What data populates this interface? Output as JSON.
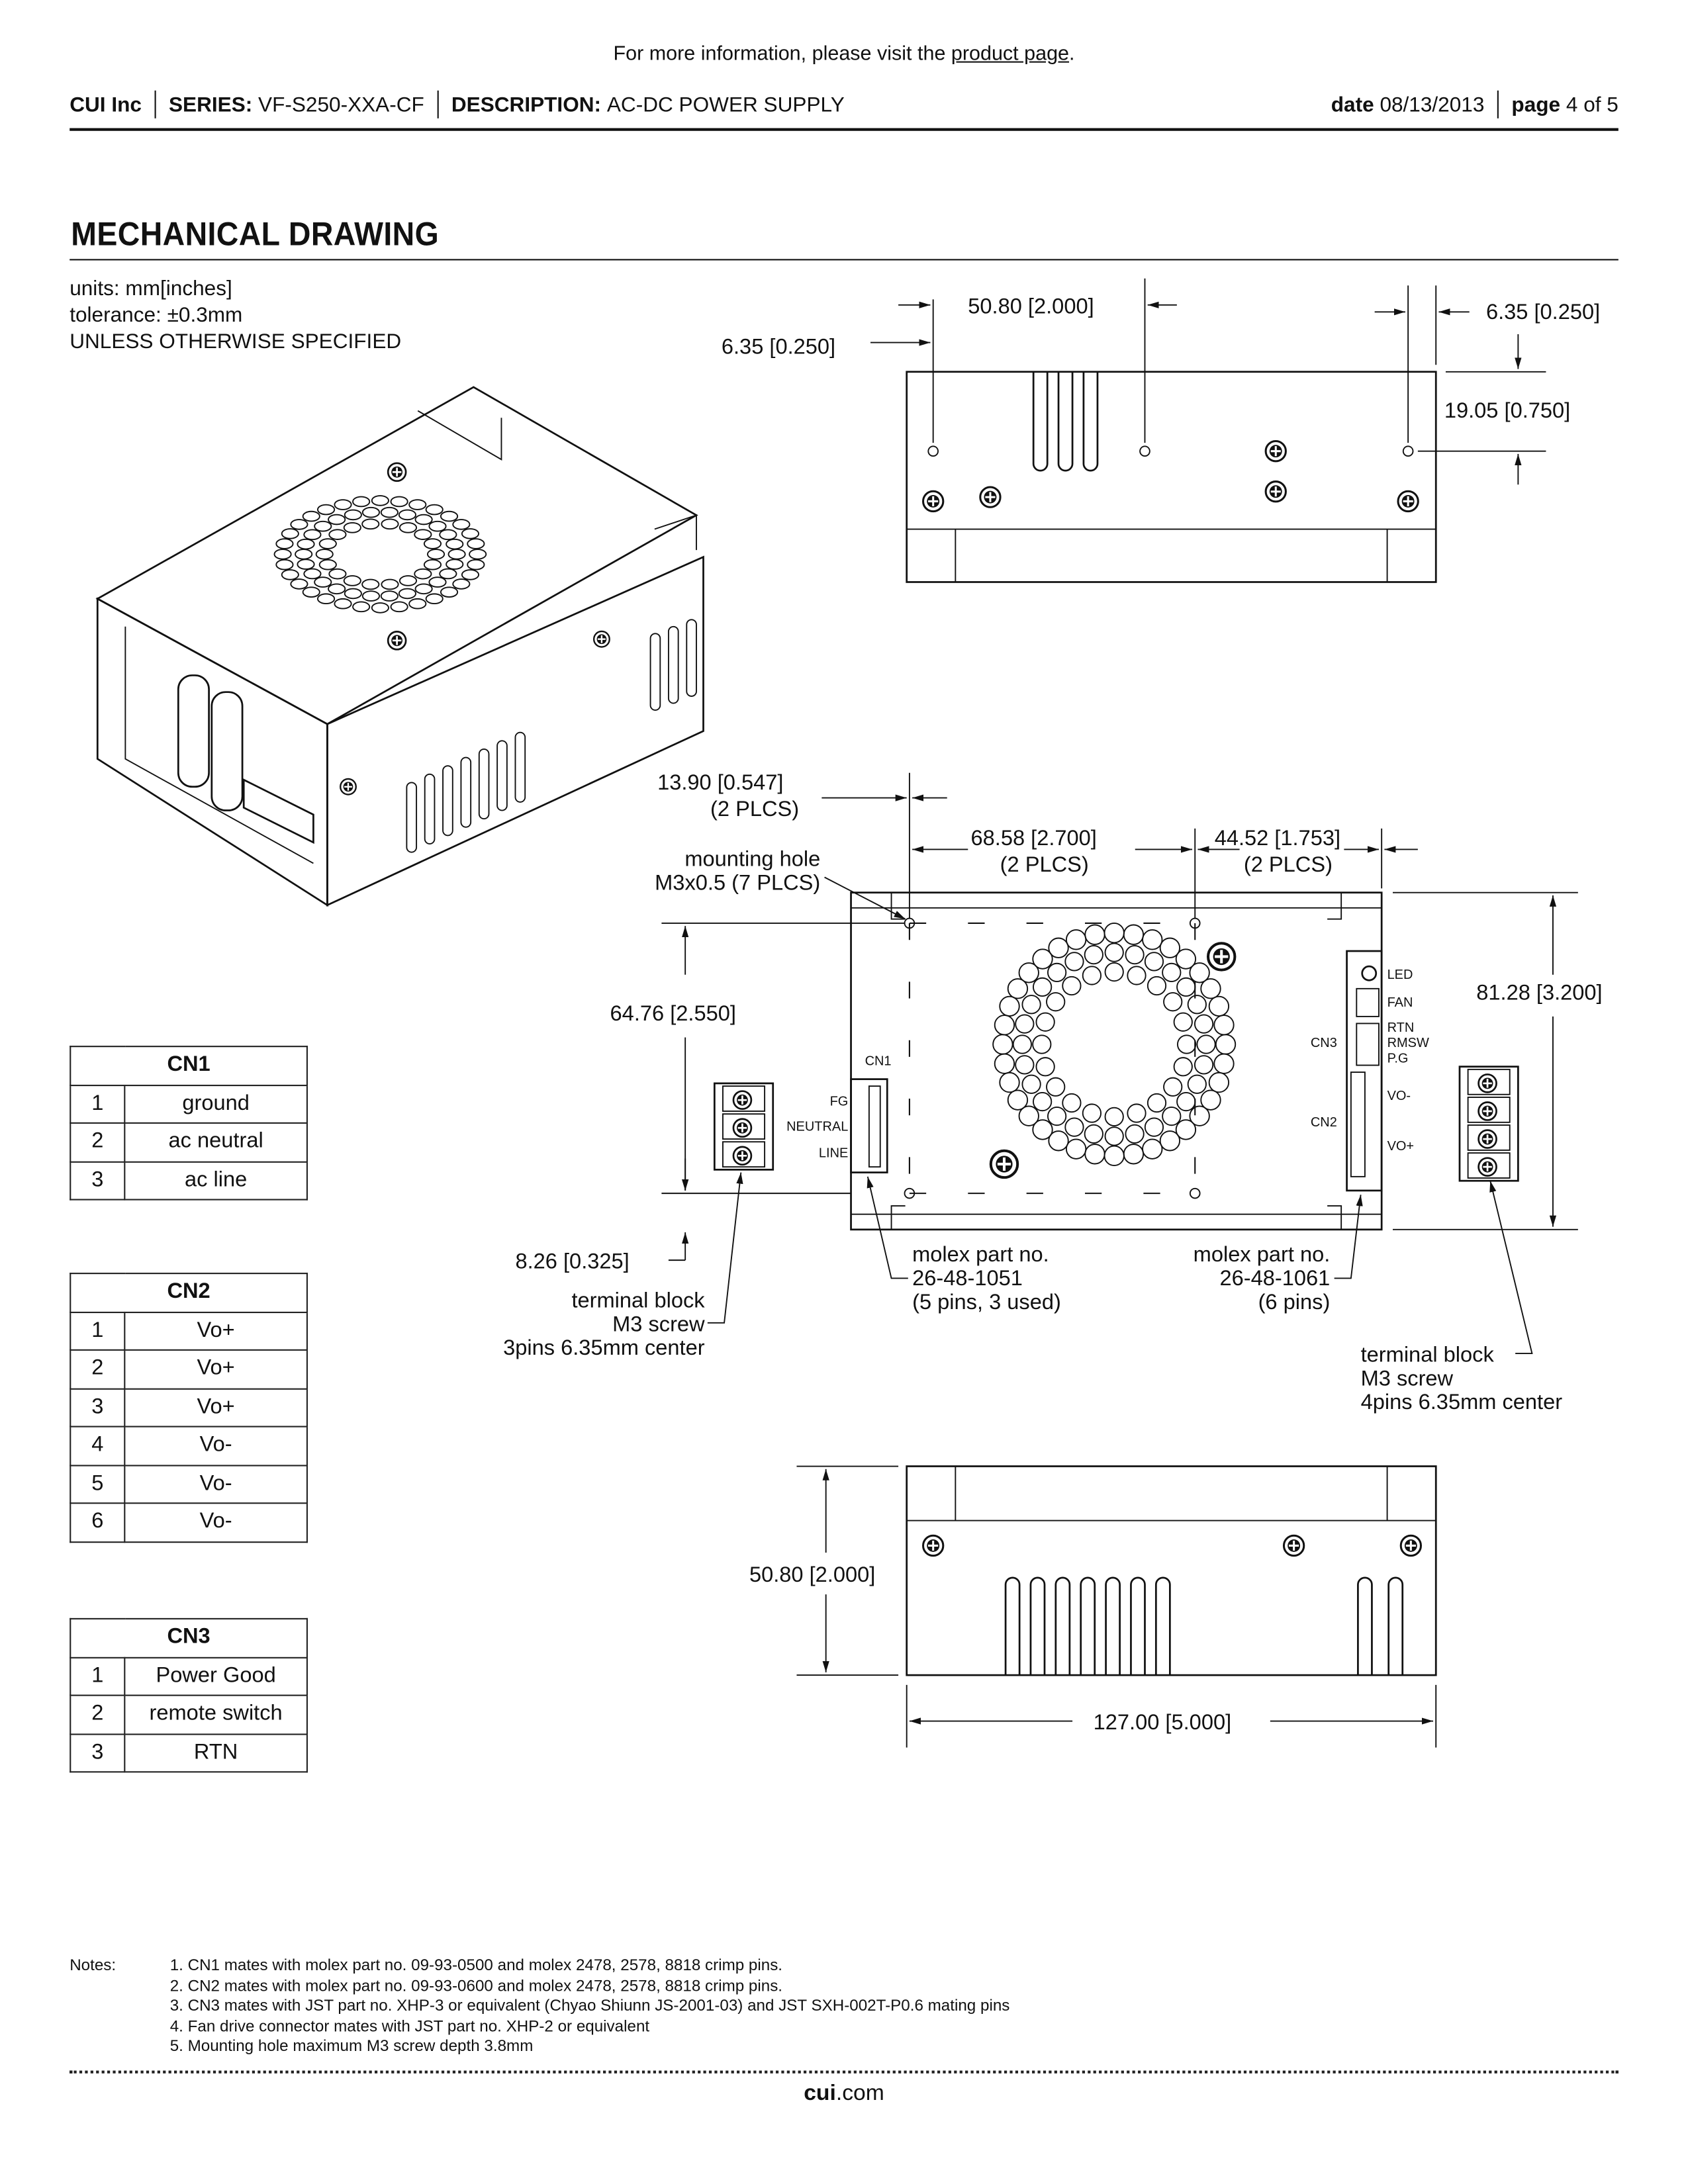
{
  "top_info": {
    "prefix": "For more information, please visit the ",
    "link": "product page",
    "suffix": "."
  },
  "header": {
    "company": "CUI Inc",
    "series_label": "SERIES:",
    "series": "VF-S250-XXA-CF",
    "description_label": "DESCRIPTION:",
    "description": "AC-DC POWER SUPPLY",
    "date_label": "date",
    "date": "08/13/2013",
    "page_label": "page",
    "page": "4 of 5"
  },
  "section_title": "MECHANICAL DRAWING",
  "units": [
    "units: mm[inches]",
    "tolerance: ±0.3mm",
    "UNLESS OTHERWISE SPECIFIED"
  ],
  "tables": {
    "cn1": {
      "title": "CN1",
      "rows": [
        [
          "1",
          "ground"
        ],
        [
          "2",
          "ac neutral"
        ],
        [
          "3",
          "ac line"
        ]
      ]
    },
    "cn2": {
      "title": "CN2",
      "rows": [
        [
          "1",
          "Vo+"
        ],
        [
          "2",
          "Vo+"
        ],
        [
          "3",
          "Vo+"
        ],
        [
          "4",
          "Vo-"
        ],
        [
          "5",
          "Vo-"
        ],
        [
          "6",
          "Vo-"
        ]
      ]
    },
    "cn3": {
      "title": "CN3",
      "rows": [
        [
          "1",
          "Power Good"
        ],
        [
          "2",
          "remote switch"
        ],
        [
          "3",
          "RTN"
        ]
      ]
    }
  },
  "dims": {
    "top_50_80": "50.80 [2.000]",
    "top_6_35_left": "6.35 [0.250]",
    "top_6_35_right": "6.35 [0.250]",
    "top_19_05": "19.05 [0.750]",
    "mid_13_90": "13.90 [0.547]",
    "mid_13_90_note": "(2 PLCS)",
    "mid_68_58": "68.58 [2.700]",
    "mid_68_58_note": "(2 PLCS)",
    "mid_44_52": "44.52 [1.753]",
    "mid_44_52_note": "(2 PLCS)",
    "mid_64_76": "64.76 [2.550]",
    "mid_81_28": "81.28 [3.200]",
    "mid_8_26": "8.26 [0.325]",
    "bot_50_80": "50.80 [2.000]",
    "bot_127": "127.00 [5.000]"
  },
  "callouts": {
    "mounting_hole": [
      "mounting hole",
      "M3x0.5 (7 PLCS)"
    ],
    "tb_left": [
      "terminal block",
      "M3 screw",
      "3pins 6.35mm center"
    ],
    "tb_right": [
      "terminal block",
      "M3 screw",
      "4pins 6.35mm center"
    ],
    "molex_cn1": [
      "molex part no.",
      "26-48-1051",
      "(5 pins, 3 used)"
    ],
    "molex_cn2": [
      "molex part no.",
      "26-48-1061",
      "(6 pins)"
    ]
  },
  "board_labels": {
    "cn1": "CN1",
    "fg": "FG",
    "neutral": "NEUTRAL",
    "line": "LINE",
    "led": "LED",
    "fan": "FAN",
    "rtn": "RTN",
    "rmsw": "RMSW",
    "pg": "P.G",
    "cn3": "CN3",
    "cn2": "CN2",
    "vo_minus": "VO-",
    "vo_plus": "VO+"
  },
  "notes": {
    "label": "Notes:",
    "items": [
      "1. CN1 mates with molex part no. 09-93-0500 and molex 2478, 2578, 8818 crimp pins.",
      "2. CN2 mates with molex part no. 09-93-0600 and molex 2478, 2578, 8818 crimp pins.",
      "3. CN3 mates with JST part no. XHP-3 or equivalent (Chyao Shiunn JS-2001-03) and JST SXH-002T-P0.6 mating pins",
      "4. Fan drive connector mates with JST part no. XHP-2 or equivalent",
      "5. Mounting hole maximum M3 screw depth 3.8mm"
    ]
  },
  "footer": {
    "brand": "cui",
    "suffix": ".com"
  }
}
